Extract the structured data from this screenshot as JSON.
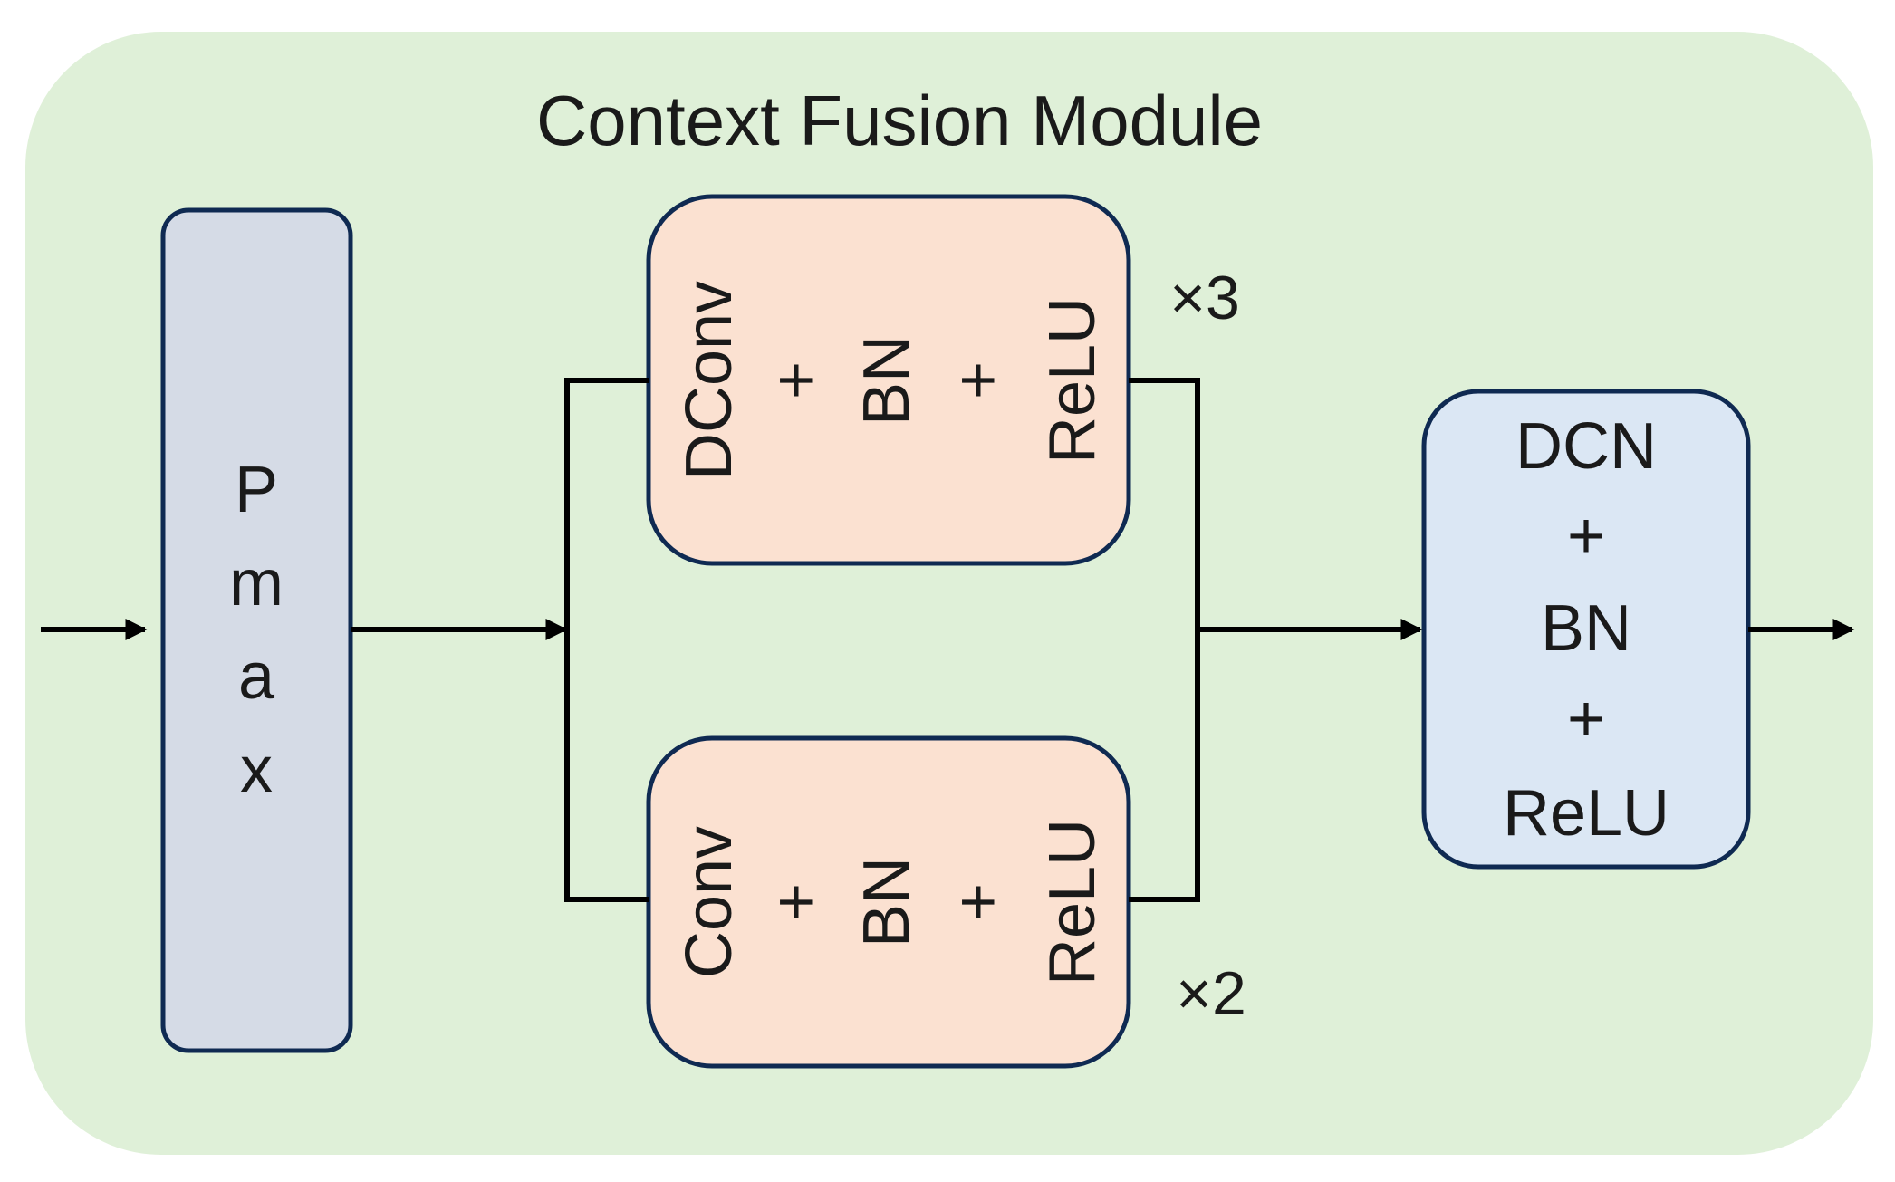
{
  "module": {
    "title": "Context Fusion Module"
  },
  "blocks": {
    "pmax": {
      "letters": [
        "P",
        "m",
        "a",
        "x"
      ]
    },
    "dconv_branch": {
      "lines": [
        "DConv",
        "+",
        "BN",
        "+",
        "ReLU"
      ],
      "repeat": "×3"
    },
    "conv_branch": {
      "lines": [
        "Conv",
        "+",
        "BN",
        "+",
        "ReLU"
      ],
      "repeat": "×2"
    },
    "dcn": {
      "lines": [
        "DCN",
        "+",
        "BN",
        "+",
        "ReLU"
      ]
    }
  },
  "colors": {
    "module_background": "#dff0d8",
    "pmax_fill": "#d5dbe6",
    "branch_fill": "#fbe1d1",
    "dcn_fill": "#dbe7f4",
    "box_stroke": "#0f2a52",
    "arrow": "#000000"
  }
}
